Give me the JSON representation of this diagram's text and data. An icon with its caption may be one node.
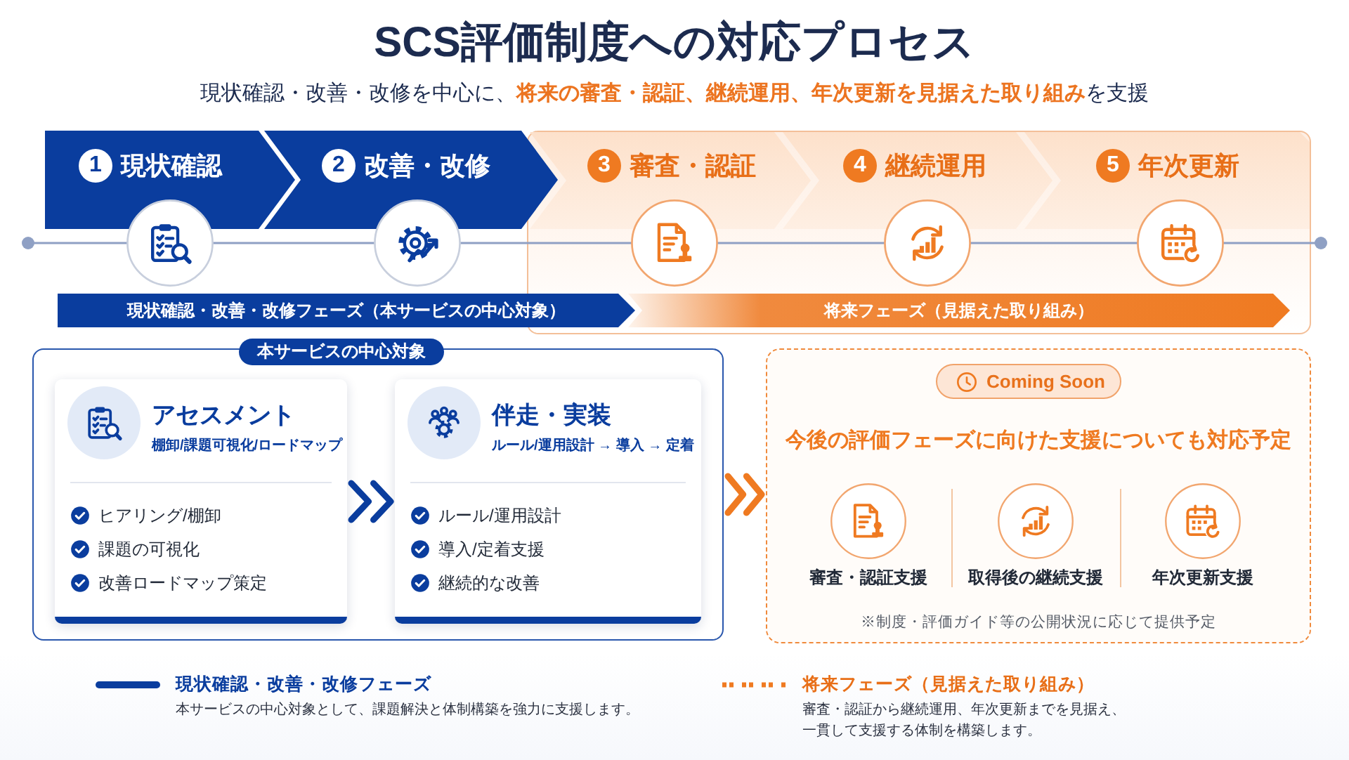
{
  "diagram": {
    "title": "SCS評価制度への対応プロセス",
    "nodes": [
      {
        "text": [
          "1",
          "現状確認"
        ]
      },
      {
        "text": [
          "2",
          "改善・改修"
        ]
      },
      {
        "text": [
          "3",
          "審査・認証"
        ]
      },
      {
        "text": [
          "4",
          "継続運用"
        ]
      },
      {
        "text": [
          "5",
          "年次更新"
        ]
      },
      {
        "text": [
          "現状確認・改善・改修フェーズ（本サービスの中心対象）"
        ]
      },
      {
        "text": [
          "将来フェーズ（見据えた取り組み）"
        ]
      },
      {
        "text": [
          "本サービスの中心対象"
        ]
      },
      {
        "text": [
          "アセスメント",
          "棚卸/課題可視化/ロードマップ",
          "ヒアリング/棚卸",
          "課題の可視化",
          "改善ロードマップ策定"
        ],
        "in": 7
      },
      {
        "text": [
          "伴走・実装",
          "ルール/運用設計 → 導入 → 定着",
          "ルール/運用設計",
          "導入/定着支援",
          "継続的な改善"
        ],
        "in": 7
      },
      {
        "text": [
          "今後の評価フェーズに向けた支援についても対応予定",
          "※制度・評価ガイド等の公開状況に応じて提供予定"
        ]
      },
      {
        "text": [
          "Coming Soon"
        ],
        "in": 10
      },
      {
        "text": [
          "審査・認証支援"
        ],
        "in": 10
      },
      {
        "text": [
          "取得後の継続支援"
        ],
        "in": 10
      },
      {
        "text": [
          "年次更新支援"
        ],
        "in": 10
      }
    ],
    "edges": [
      {
        "from": 8,
        "to": 9,
        "arrow": "to",
        "color": "#0a3d9e"
      },
      {
        "from": 7,
        "to": 10,
        "arrow": "to",
        "color": "#ef7a21"
      }
    ],
    "labels": [
      "現状確認・改善・改修を中心に、**将来の審査・認証、継続運用、年次更新を見据えた取り組み**を支援",
      "本サービスの中心対象として、課題解決と体制構築を強力に支援します。",
      "審査・認証から継続運用、年次更新までを見据え、一貫して支援する体制を構築します。"
    ],
    "legend": [
      {
        "text": "現状確認・改善・改修フェーズ"
      },
      {
        "text": "将来フェーズ（見据えた取り組み）"
      }
    ]
  }
}
